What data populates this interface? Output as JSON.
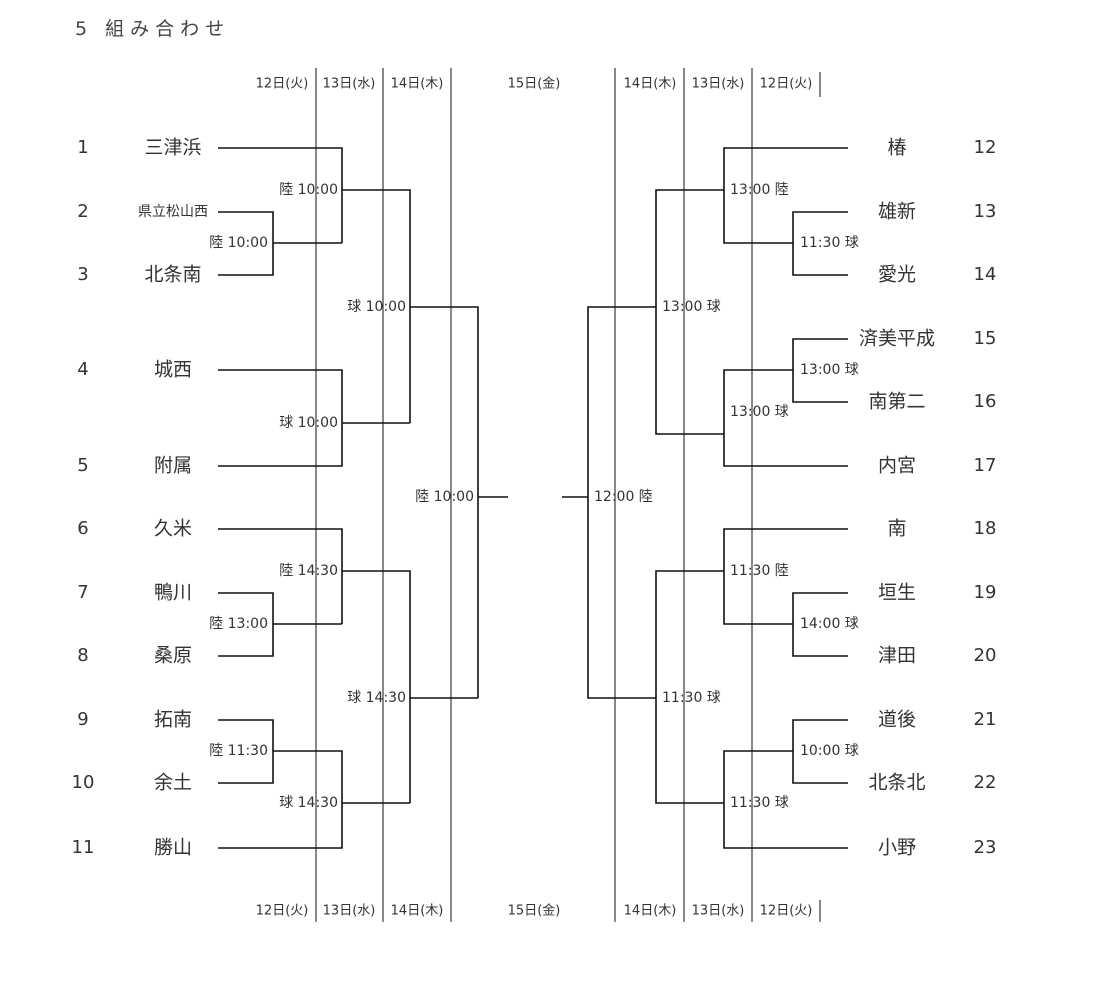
{
  "title": "5 組み合わせ",
  "days": {
    "left": [
      "12日(火)",
      "13日(水)",
      "14日(木)"
    ],
    "center": "15日(金)",
    "right": [
      "14日(木)",
      "13日(水)",
      "12日(火)"
    ]
  },
  "teams_left": [
    {
      "num": "1",
      "name": "三津浜"
    },
    {
      "num": "2",
      "name": "県立松山西"
    },
    {
      "num": "3",
      "name": "北条南"
    },
    {
      "num": "4",
      "name": "城西"
    },
    {
      "num": "5",
      "name": "附属"
    },
    {
      "num": "6",
      "name": "久米"
    },
    {
      "num": "7",
      "name": "鴨川"
    },
    {
      "num": "8",
      "name": "桑原"
    },
    {
      "num": "9",
      "name": "拓南"
    },
    {
      "num": "10",
      "name": "余土"
    },
    {
      "num": "11",
      "name": "勝山"
    }
  ],
  "teams_right": [
    {
      "num": "12",
      "name": "椿"
    },
    {
      "num": "13",
      "name": "雄新"
    },
    {
      "num": "14",
      "name": "愛光"
    },
    {
      "num": "15",
      "name": "済美平成"
    },
    {
      "num": "16",
      "name": "南第二"
    },
    {
      "num": "17",
      "name": "内宮"
    },
    {
      "num": "18",
      "name": "南"
    },
    {
      "num": "19",
      "name": "垣生"
    },
    {
      "num": "20",
      "name": "津田"
    },
    {
      "num": "21",
      "name": "道後"
    },
    {
      "num": "22",
      "name": "北条北"
    },
    {
      "num": "23",
      "name": "小野"
    }
  ],
  "matches_left": [
    "陸 10:00",
    "陸 10:00",
    "球 10:00",
    "球 10:00",
    "陸 14:30",
    "陸 13:00",
    "球 14:30",
    "陸 11:30",
    "球 14:30",
    "陸 10:00"
  ],
  "matches_right": [
    "13:00 陸",
    "11:30 球",
    "13:00 球",
    "13:00 球",
    "13:00 球",
    "11:30 陸",
    "14:00 球",
    "11:30 球",
    "10:00 球",
    "11:30 球",
    "12:00 陸"
  ]
}
